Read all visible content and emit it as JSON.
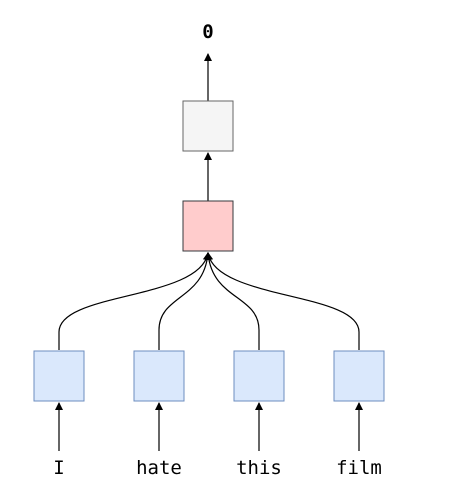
{
  "diagram": {
    "output_label": "0",
    "input_words": [
      "I",
      "hate",
      "this",
      "film"
    ],
    "colors": {
      "input_fill": "#dae8fc",
      "input_stroke": "#6c8ebf",
      "pool_fill": "#ffcccc",
      "pool_stroke": "#36393d",
      "out_fill": "#f5f5f5",
      "out_stroke": "#666666",
      "edge": "#000000"
    }
  }
}
